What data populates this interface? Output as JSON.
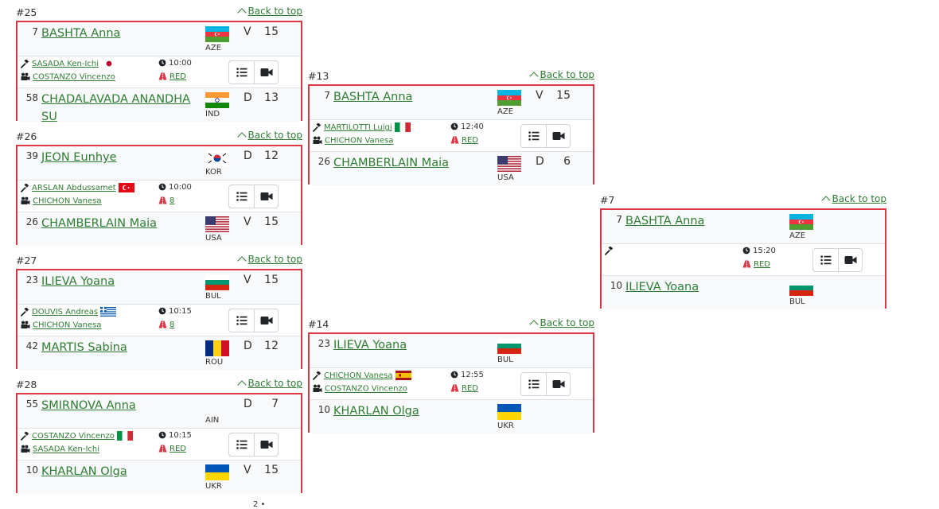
{
  "back_to_top_label": "Back to top",
  "buttons": {
    "list_icon": "list-icon",
    "video_icon": "video-icon"
  },
  "matches": [
    {
      "number": "#25",
      "f1": {
        "seed": "7",
        "name": "BASHTA Anna",
        "country": "AZE",
        "result": "V",
        "score": "15"
      },
      "ref": {
        "name": "SASADA Ken-Ichi",
        "flag": "JPN"
      },
      "video_ref": {
        "name": "COSTANZO Vincenzo"
      },
      "time": "10:00",
      "piste": "RED",
      "f2": {
        "seed": "58",
        "name": "CHADALAVADA ANANDHA SU",
        "country": "IND",
        "result": "D",
        "score": "13"
      }
    },
    {
      "number": "#26",
      "f1": {
        "seed": "39",
        "name": "JEON Eunhye",
        "country": "KOR",
        "result": "D",
        "score": "12"
      },
      "ref": {
        "name": "ARSLAN Abdussamet",
        "flag": "TUR"
      },
      "video_ref": {
        "name": "CHICHON Vanesa"
      },
      "time": "10:00",
      "piste": "8",
      "f2": {
        "seed": "26",
        "name": "CHAMBERLAIN Maia",
        "country": "USA",
        "result": "V",
        "score": "15"
      }
    },
    {
      "number": "#27",
      "f1": {
        "seed": "23",
        "name": "ILIEVA Yoana",
        "country": "BUL",
        "result": "V",
        "score": "15"
      },
      "ref": {
        "name": "DOUVIS Andreas",
        "flag": "GRE"
      },
      "video_ref": {
        "name": "CHICHON Vanesa"
      },
      "time": "10:15",
      "piste": "8",
      "f2": {
        "seed": "42",
        "name": "MARTIS Sabina",
        "country": "ROU",
        "result": "D",
        "score": "12"
      }
    },
    {
      "number": "#28",
      "f1": {
        "seed": "55",
        "name": "SMIRNOVA Anna",
        "country": "AIN",
        "result": "D",
        "score": "7"
      },
      "ref": {
        "name": "COSTANZO Vincenzo",
        "flag": "ITA"
      },
      "video_ref": {
        "name": "SASADA Ken-Ichi"
      },
      "time": "10:15",
      "piste": "RED",
      "f2": {
        "seed": "10",
        "name": "KHARLAN Olga",
        "country": "UKR",
        "result": "V",
        "score": "15"
      }
    },
    {
      "number": "#13",
      "f1": {
        "seed": "7",
        "name": "BASHTA Anna",
        "country": "AZE",
        "result": "V",
        "score": "15"
      },
      "ref": {
        "name": "MARTILOTTI Luigi",
        "flag": "ITA"
      },
      "video_ref": {
        "name": "CHICHON Vanesa"
      },
      "time": "12:40",
      "piste": "RED",
      "f2": {
        "seed": "26",
        "name": "CHAMBERLAIN Maia",
        "country": "USA",
        "result": "D",
        "score": "6"
      }
    },
    {
      "number": "#14",
      "f1": {
        "seed": "23",
        "name": "ILIEVA Yoana",
        "country": "BUL",
        "result": "",
        "score": ""
      },
      "ref": {
        "name": "CHICHON Vanesa",
        "flag": "ESP"
      },
      "video_ref": {
        "name": "COSTANZO Vincenzo"
      },
      "time": "12:55",
      "piste": "RED",
      "f2": {
        "seed": "10",
        "name": "KHARLAN Olga",
        "country": "UKR",
        "result": "",
        "score": ""
      }
    },
    {
      "number": "#7",
      "f1": {
        "seed": "7",
        "name": "BASHTA Anna",
        "country": "AZE",
        "result": "",
        "score": ""
      },
      "ref": {
        "name": "",
        "flag": ""
      },
      "video_ref": {
        "name": ""
      },
      "time": "15:20",
      "piste": "RED",
      "f2": {
        "seed": "10",
        "name": "ILIEVA Yoana",
        "country": "BUL",
        "result": "",
        "score": ""
      }
    }
  ],
  "footer_fragment": "2 •"
}
